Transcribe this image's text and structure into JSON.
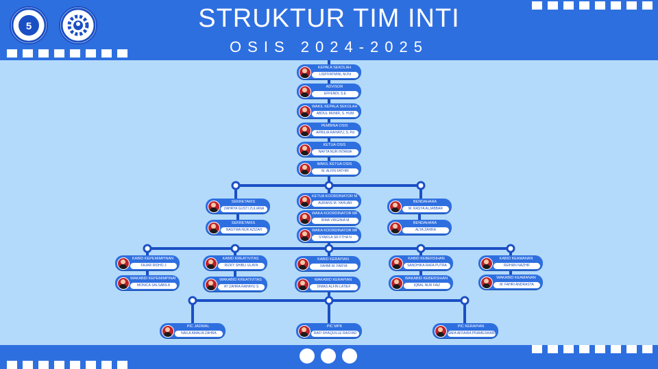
{
  "header": {
    "title": "STRUKTUR TIM INTI",
    "subtitle": "OSIS 2024-2025"
  },
  "colors": {
    "primary": "#2e6fe0",
    "panel": "#b3dafa",
    "line": "#1a4fc4",
    "white": "#ffffff"
  },
  "logos": [
    {
      "icon": "school-anniversary-logo"
    },
    {
      "icon": "school-emblem-logo"
    }
  ],
  "pagination": {
    "count": 3
  },
  "nodes": [
    {
      "id": "kepsek",
      "role": "KEPALA SEKOLAH",
      "name": "LISPIYATMINI, M.Pd"
    },
    {
      "id": "advisor",
      "role": "ADVISOR",
      "name": "EFFENDI, S.E"
    },
    {
      "id": "wakasek",
      "role": "WAKIL KEPALA SEKOLAH",
      "name": "ABDUL MUNIR, S. HUM"
    },
    {
      "id": "pembina",
      "role": "PEMBINA OSIS",
      "name": "APRILIA RAHAYU, S. Pd"
    },
    {
      "id": "ketua",
      "role": "KETUA OSIS",
      "name": "NAFTA NUR INTANIA"
    },
    {
      "id": "waket",
      "role": "WAKIL KETUA OSIS",
      "name": "M. ALFIN FATHIR"
    },
    {
      "id": "sekretaris1",
      "role": "SEKRETARIS",
      "name": "ZAHRYA GUSTI ZULIANA"
    },
    {
      "id": "sekretaris2",
      "role": "SEKRETARIS",
      "name": "NASYWA NUR AZIZAH"
    },
    {
      "id": "koordinator",
      "role": "KETUA KOORDINATOR MPK",
      "name": "AURANS M. YAHUAR"
    },
    {
      "id": "wakoord1",
      "role": "WAKA KOORDINATOR MPK",
      "name": "IRMA VIRGINIA M"
    },
    {
      "id": "wakoord2",
      "role": "WAKA KOORDINATOR MPK",
      "name": "SYAKILA SR FTHA N"
    },
    {
      "id": "bendahara1",
      "role": "BENDAHARA",
      "name": "M. RASYA ALJABBAR"
    },
    {
      "id": "bendahara2",
      "role": "BENDAHARA",
      "name": "ALYA ZAHRA"
    },
    {
      "id": "kabid-kepemimpinan",
      "role": "KABID KEPEMIMPINAN",
      "name": "FAJAR RIDHO J"
    },
    {
      "id": "wakabid-kepemimpinan",
      "role": "WAKABID KEPEMIMPINAN",
      "name": "MONICA SALSABILA"
    },
    {
      "id": "kabid-kreatifitas",
      "role": "KABID KREATIVITAS",
      "name": "RIZKY SHIBLI ULAYA"
    },
    {
      "id": "wakabid-kreatifitas",
      "role": "WAKABID KREATIVITAS",
      "name": "AT ZAHRA RAHAYU S"
    },
    {
      "id": "kabid-kerapian",
      "role": "KABID KERAPIAN",
      "name": "FAHMI M. FARYA"
    },
    {
      "id": "wakabid-kerapian",
      "role": "WAKABID KERAPIAN",
      "name": "DIMAS ALFIN LATIEF"
    },
    {
      "id": "kabid-kebersihan",
      "role": "KABID KEBERSIHAN",
      "name": "SANDHIKA RAFA PUTRA"
    },
    {
      "id": "wakabid-kebersihan",
      "role": "WAKABID KEBERSIHAN",
      "name": "IQBAL NUR FAIZ"
    },
    {
      "id": "kabid-keamanan",
      "role": "KABID KEAMANAN",
      "name": "REIHAN NAZHIF"
    },
    {
      "id": "wakabid-keamanan",
      "role": "WAKABID KEAMANAN",
      "name": "M. FAHRI ANDRASTA"
    },
    {
      "id": "pic-jadwal",
      "role": "PIC JADWAL",
      "name": "NAILA AMALIA ZAHRA"
    },
    {
      "id": "pic-mpk",
      "role": "PIC MPK",
      "name": "RAFI SHAQUILLE RASYAD"
    },
    {
      "id": "pic-kerapian",
      "role": "PIC KERAPIAN",
      "name": "SAFA AFFAIRA PRAMESWARI"
    }
  ]
}
